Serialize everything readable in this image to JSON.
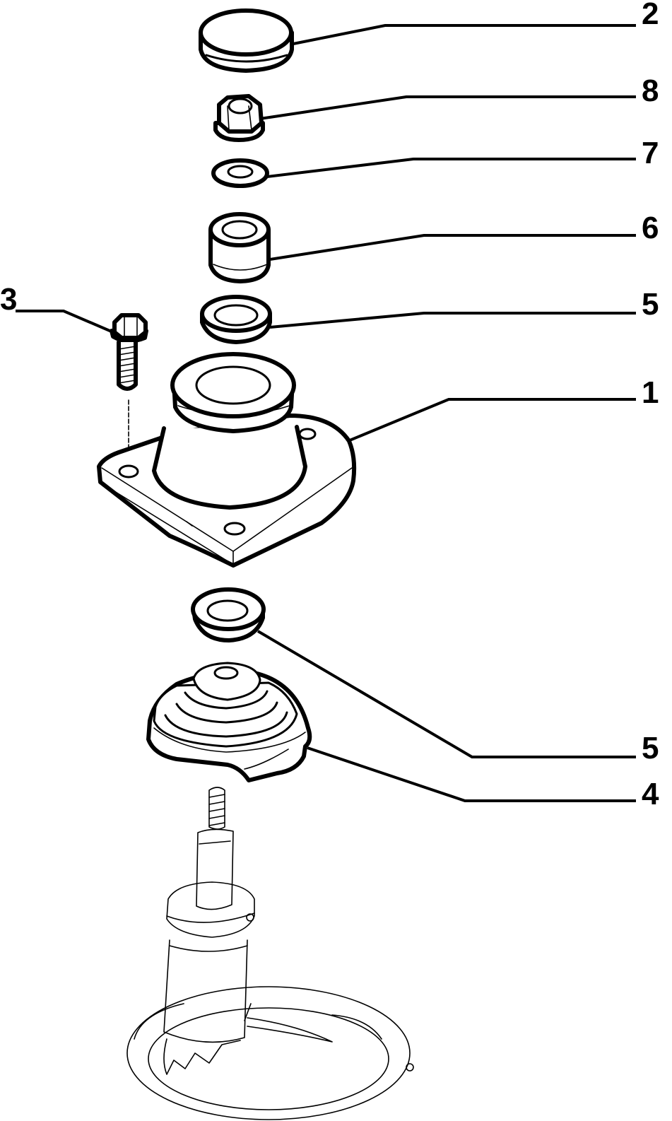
{
  "diagram": {
    "callouts": [
      {
        "id": "2",
        "label": "2"
      },
      {
        "id": "8",
        "label": "8"
      },
      {
        "id": "7",
        "label": "7"
      },
      {
        "id": "6",
        "label": "6"
      },
      {
        "id": "5a",
        "label": "5"
      },
      {
        "id": "3",
        "label": "3"
      },
      {
        "id": "1",
        "label": "1"
      },
      {
        "id": "5b",
        "label": "5"
      },
      {
        "id": "4",
        "label": "4"
      }
    ]
  }
}
